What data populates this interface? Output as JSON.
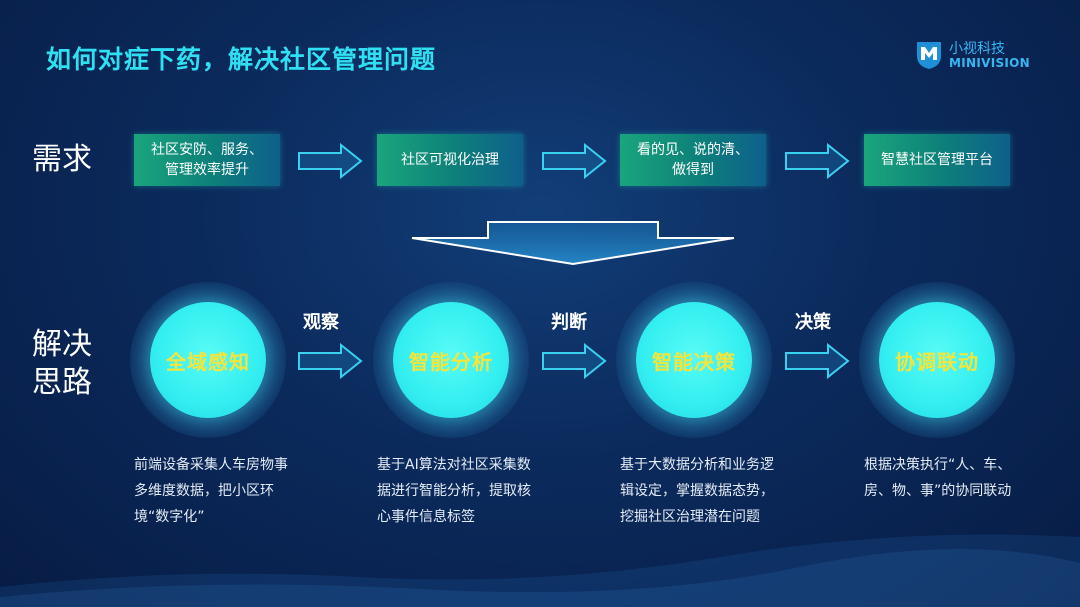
{
  "title": "如何对症下药，解决社区管理问题",
  "logo": {
    "cn": "小视科技",
    "en": "MINIVISION"
  },
  "rows": {
    "demand_label": "需求",
    "solution_label": "解决\n思路"
  },
  "demand_boxes": [
    "社区安防、服务、\n管理效率提升",
    "社区可视化治理",
    "看的见、说的清、\n做得到",
    "智慧社区管理平台"
  ],
  "stages": [
    {
      "name": "全域感知",
      "desc": "前端设备采集人车房物事多维度数据，把小区环境“数字化”"
    },
    {
      "name": "智能分析",
      "desc": "基于AI算法对社区采集数据进行智能分析，提取核心事件信息标签"
    },
    {
      "name": "智能决策",
      "desc": "基于大数据分析和业务逻辑设定，掌握数据态势，挖掘社区治理潜在问题"
    },
    {
      "name": "协调联动",
      "desc": "根据决策执行“人、车、房、物、事”的协同联动"
    }
  ],
  "arrow_labels": [
    "观察",
    "判断",
    "决策"
  ],
  "colors": {
    "accent": "#2fe0f2",
    "circle": "#33eef0",
    "circle_text": "#f2e63c",
    "box": "#1aa57c"
  },
  "icons": [
    "logo-shield-icon",
    "right-arrow-icon",
    "down-arrow-icon"
  ]
}
